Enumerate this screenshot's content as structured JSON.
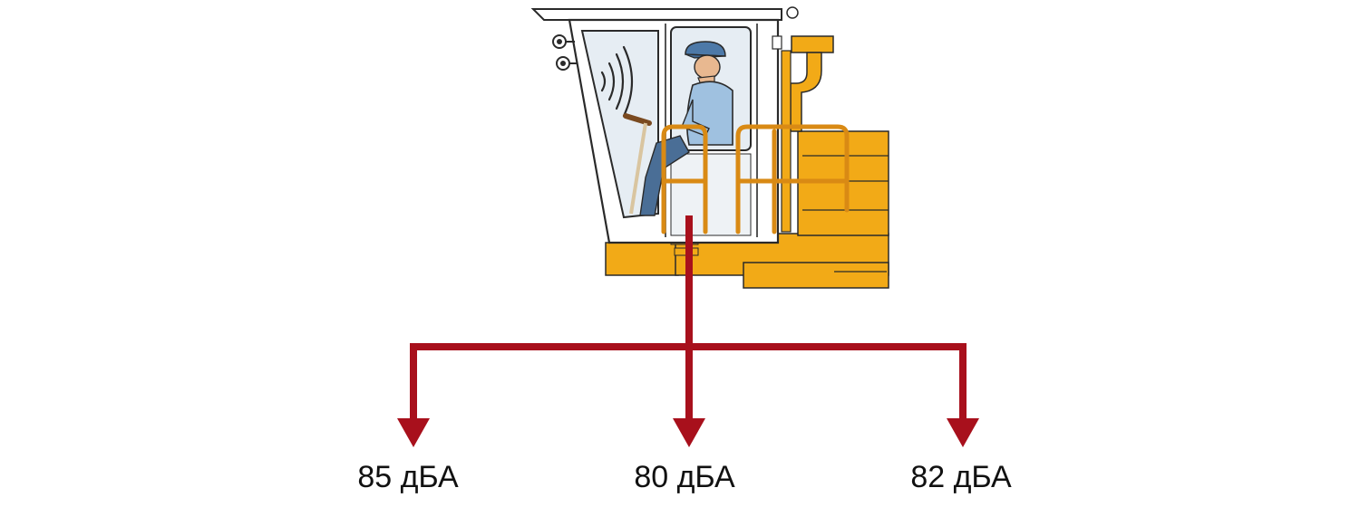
{
  "diagram": {
    "labels": {
      "left": "85 дБА",
      "center": "80 дБА",
      "right": "82 дБА"
    }
  },
  "colors": {
    "vehicle_body": "#f2aa17",
    "cab_frame": "#ffffff",
    "cab_glass": "#e6edf3",
    "cab_outline": "#2a2a2a",
    "worker_uniform": "#9fc1e0",
    "worker_cap": "#4d79a8",
    "handrail": "#d98a14",
    "arrows": "#a8101c",
    "text": "#111111"
  },
  "icons": [
    "sound-waves-icon",
    "headlight-icon",
    "worker-icon"
  ]
}
